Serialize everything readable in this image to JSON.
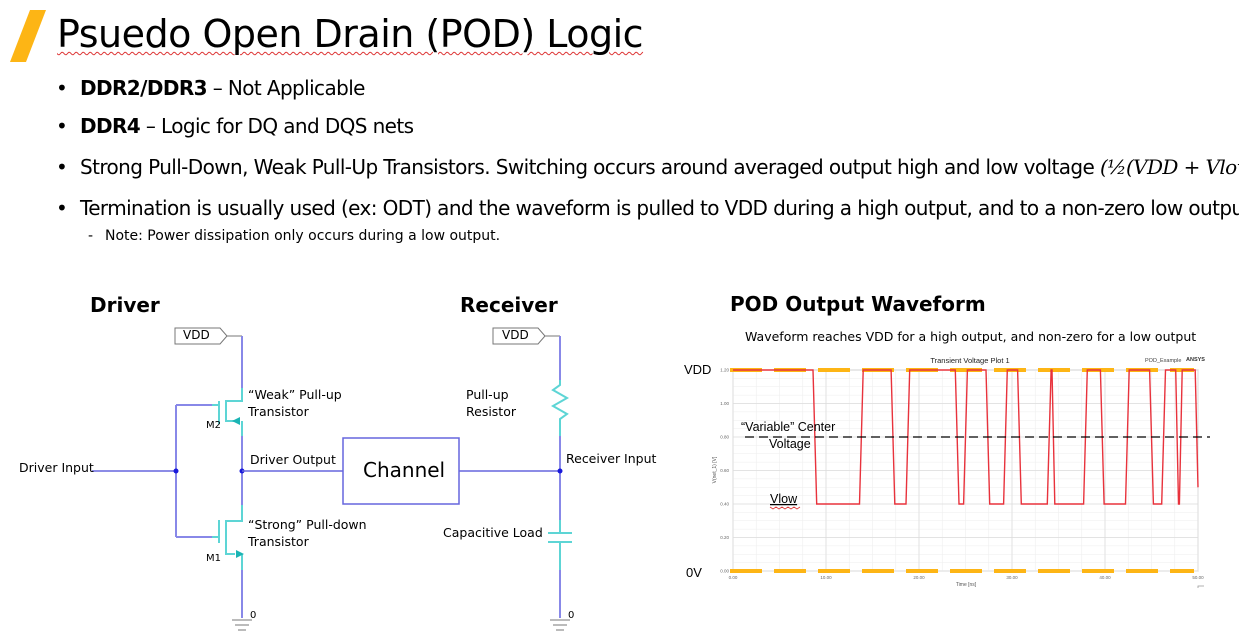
{
  "slide": {
    "title": "Psuedo Open Drain (POD) Logic",
    "accent_color": "#FDB515",
    "bullets": [
      {
        "bold": "DDR2/DDR3",
        "text": " – Not Applicable"
      },
      {
        "bold": "DDR4",
        "text": " – Logic for DQ and DQS nets"
      },
      {
        "bold": "",
        "text": "Strong Pull-Down, Weak Pull-Up Transistors.  Switching occurs around averaged output high and low voltage",
        "formula": "(½(VDD + Vlow))"
      },
      {
        "bold": "",
        "text": "Termination is usually used (ex: ODT) and the waveform is pulled to VDD during a high output, and to a non-zero low output"
      }
    ],
    "sub_bullet": "Note: Power dissipation only occurs during a low output.",
    "bullet_glyph": "•",
    "sub_glyph": "-"
  },
  "driver": {
    "heading": "Driver",
    "vdd_label": "VDD",
    "input_label": "Driver Input",
    "output_label": "Driver Output",
    "pullup_label_1": "“Weak” Pull-up",
    "pullup_label_2": "Transistor",
    "pulldown_label_1": "“Strong” Pull-down",
    "pulldown_label_2": "Transistor",
    "m2": "M2",
    "m1": "M1",
    "ground": "0"
  },
  "channel": {
    "label": "Channel"
  },
  "receiver": {
    "heading": "Receiver",
    "vdd_label": "VDD",
    "resistor_label_1": "Pull-up",
    "resistor_label_2": "Resistor",
    "input_label": "Receiver Input",
    "cap_label": "Capacitive Load",
    "ground": "0"
  },
  "waveform": {
    "heading": "POD Output Waveform",
    "caption": "Waveform reaches VDD for a high output, and non-zero for a low output",
    "vdd_marker": "VDD",
    "zero_marker": "0V",
    "center_label_1": "“Variable” Center",
    "center_label_2": "Voltage",
    "vlow_label": "Vlow",
    "colors": {
      "trace": "#E8323C",
      "rail": "#FDB515",
      "center": "#000000"
    }
  },
  "chart_data": {
    "type": "line",
    "title": "Transient Voltage Plot 1",
    "project_label": "POD_Example",
    "vendor_label": "ANSYS",
    "xlabel": "Time [ns]",
    "ylabel": "V(net_1) [V]",
    "xlim": [
      0,
      50
    ],
    "ylim": [
      0,
      1.2
    ],
    "xticks": [
      "0.00",
      "10.00",
      "20.00",
      "30.00",
      "40.00",
      "50.00"
    ],
    "yticks": [
      "0.00",
      "0.20",
      "0.40",
      "0.60",
      "0.80",
      "1.00",
      "1.20"
    ],
    "grid": true,
    "vdd": 1.2,
    "vlow": 0.4,
    "center": 0.8,
    "series": [
      {
        "name": "V(net_1)",
        "x": [
          0,
          8.6,
          9.0,
          13.6,
          14.0,
          17.0,
          17.4,
          18.6,
          19.0,
          23.9,
          24.3,
          24.8,
          25.2,
          27.2,
          27.6,
          29.1,
          29.5,
          30.6,
          31.0,
          33.8,
          34.2,
          34.3,
          34.6,
          37.7,
          38.1,
          39.5,
          39.9,
          42.2,
          42.6,
          44.8,
          45.2,
          46.1,
          46.5,
          47.6,
          47.9,
          48.0,
          48.3,
          49.7,
          50.0
        ],
        "y": [
          1.2,
          1.2,
          0.4,
          0.4,
          1.2,
          1.2,
          0.4,
          0.4,
          1.2,
          1.2,
          0.4,
          0.4,
          1.2,
          1.2,
          0.4,
          0.4,
          1.2,
          1.2,
          0.4,
          0.4,
          1.2,
          1.2,
          0.4,
          0.4,
          1.2,
          1.2,
          0.4,
          0.4,
          1.2,
          1.2,
          0.4,
          0.4,
          1.2,
          1.2,
          0.4,
          0.4,
          1.2,
          1.2,
          0.5
        ]
      }
    ]
  }
}
